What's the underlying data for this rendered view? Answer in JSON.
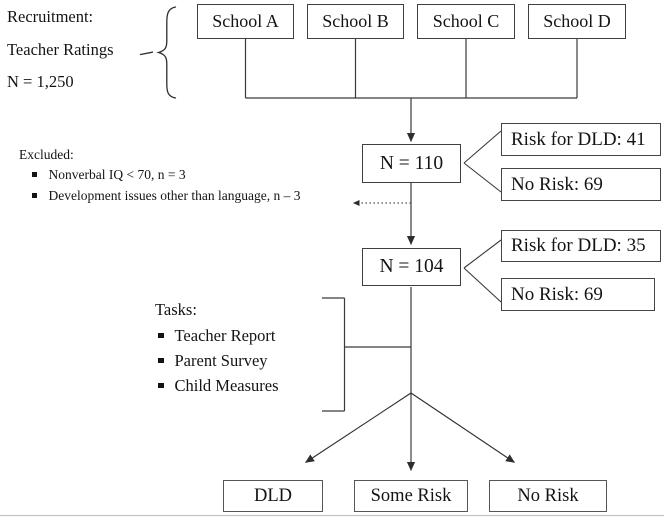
{
  "recruitment": {
    "line1": "Recruitment:",
    "line2": "Teacher Ratings",
    "line3": "N = 1,250"
  },
  "schools": [
    "School A",
    "School B",
    "School C",
    "School D"
  ],
  "stage1": {
    "n": "N = 110",
    "risk": "Risk for DLD: 41",
    "no_risk": "No Risk: 69"
  },
  "excluded": {
    "title": "Excluded:",
    "items": [
      "Nonverbal IQ < 70, n = 3",
      "Development issues other than language, n – 3"
    ]
  },
  "stage2": {
    "n": "N = 104",
    "risk": "Risk for DLD: 35",
    "no_risk": "No Risk: 69"
  },
  "tasks": {
    "title": "Tasks:",
    "items": [
      "Teacher Report",
      "Parent Survey",
      "Child Measures"
    ]
  },
  "outcomes": [
    "DLD",
    "Some Risk",
    "No Risk"
  ],
  "colors": {
    "line": "#3a3a3a",
    "box_border": "#3f3f3f",
    "text": "#141414",
    "background": "#ffffff",
    "bottom_rule": "#c2c2c2"
  }
}
